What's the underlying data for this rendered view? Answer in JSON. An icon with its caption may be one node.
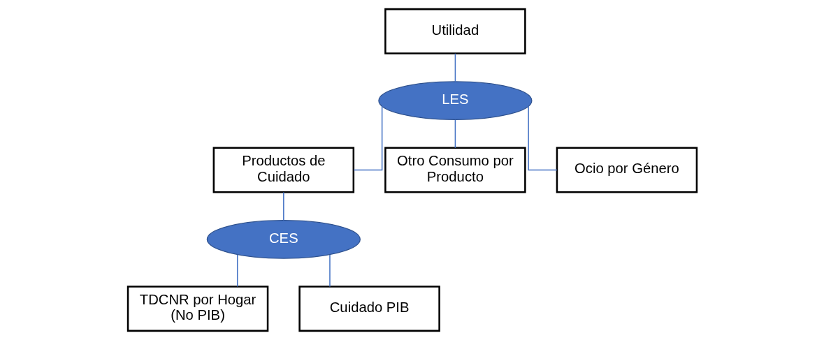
{
  "diagram": {
    "nodes": [
      {
        "text": [
          "Utilidad"
        ]
      },
      {
        "text": [
          "LES"
        ]
      },
      {
        "text": [
          "Productos de Cuidado"
        ]
      },
      {
        "text": [
          "Otro Consumo por Producto"
        ]
      },
      {
        "text": [
          "Ocio por Género"
        ]
      },
      {
        "text": [
          "CES"
        ]
      },
      {
        "text": [
          "TDCNR por Hogar (No PIB)"
        ]
      },
      {
        "text": [
          "Cuidado PIB"
        ]
      }
    ],
    "edges": [
      {
        "from": 0,
        "to": 1,
        "arrow": "none"
      },
      {
        "from": 1,
        "to": 2,
        "arrow": "none"
      },
      {
        "from": 1,
        "to": 3,
        "arrow": "none"
      },
      {
        "from": 1,
        "to": 4,
        "arrow": "none"
      },
      {
        "from": 2,
        "to": 5,
        "arrow": "none"
      },
      {
        "from": 5,
        "to": 6,
        "arrow": "none"
      },
      {
        "from": 5,
        "to": 7,
        "arrow": "none"
      }
    ]
  }
}
